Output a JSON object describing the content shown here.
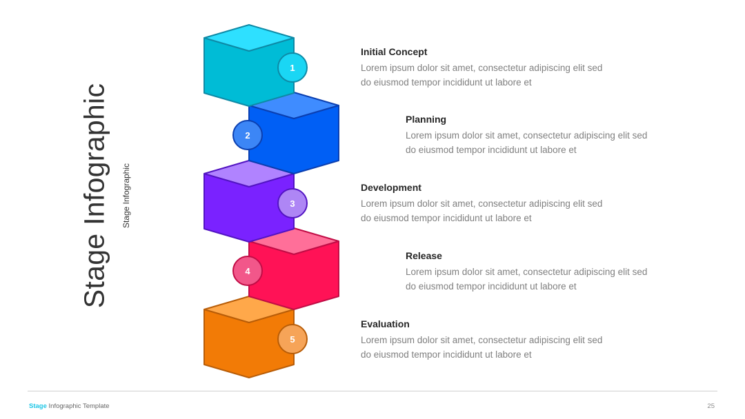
{
  "title": "Stage Infographic",
  "subtitle": "Stage Infographic",
  "footer": {
    "brand": "Stage",
    "text": "Infographic Template",
    "page": "25"
  },
  "steps": [
    {
      "number": "1",
      "title": "Initial Concept",
      "line1": "Lorem ipsum dolor sit amet, consectetur adipiscing elit sed",
      "line2": "do eiusmod tempor incididunt ut labore et",
      "colors": {
        "top": "#2ee0ff",
        "front": "#00bcd6",
        "edge": "#0e8aa6",
        "badge": "#1ad6f4"
      }
    },
    {
      "number": "2",
      "title": "Planning",
      "line1": "Lorem ipsum dolor sit amet, consectetur adipiscing elit sed",
      "line2": "do eiusmod tempor incididunt ut labore et",
      "colors": {
        "top": "#3f8cff",
        "front": "#005ff5",
        "edge": "#0b3fb0",
        "badge": "#3c86f6"
      }
    },
    {
      "number": "3",
      "title": "Development",
      "line1": "Lorem ipsum dolor sit amet, consectetur adipiscing elit sed",
      "line2": "do eiusmod tempor incididunt ut labore et",
      "colors": {
        "top": "#b083ff",
        "front": "#7a22ff",
        "edge": "#5214c2",
        "badge": "#ae86f5"
      }
    },
    {
      "number": "4",
      "title": "Release",
      "line1": "Lorem ipsum dolor sit amet, consectetur adipiscing elit sed",
      "line2": "do eiusmod tempor incididunt ut labore et",
      "colors": {
        "top": "#ff6f99",
        "front": "#ff1256",
        "edge": "#c10d46",
        "badge": "#f2578a"
      }
    },
    {
      "number": "5",
      "title": "Evaluation",
      "line1": "Lorem ipsum dolor sit amet, consectetur adipiscing elit sed",
      "line2": "do eiusmod tempor incididunt ut labore et",
      "colors": {
        "top": "#ffa84a",
        "front": "#f27b06",
        "edge": "#b85d08",
        "badge": "#f6a458"
      }
    }
  ]
}
